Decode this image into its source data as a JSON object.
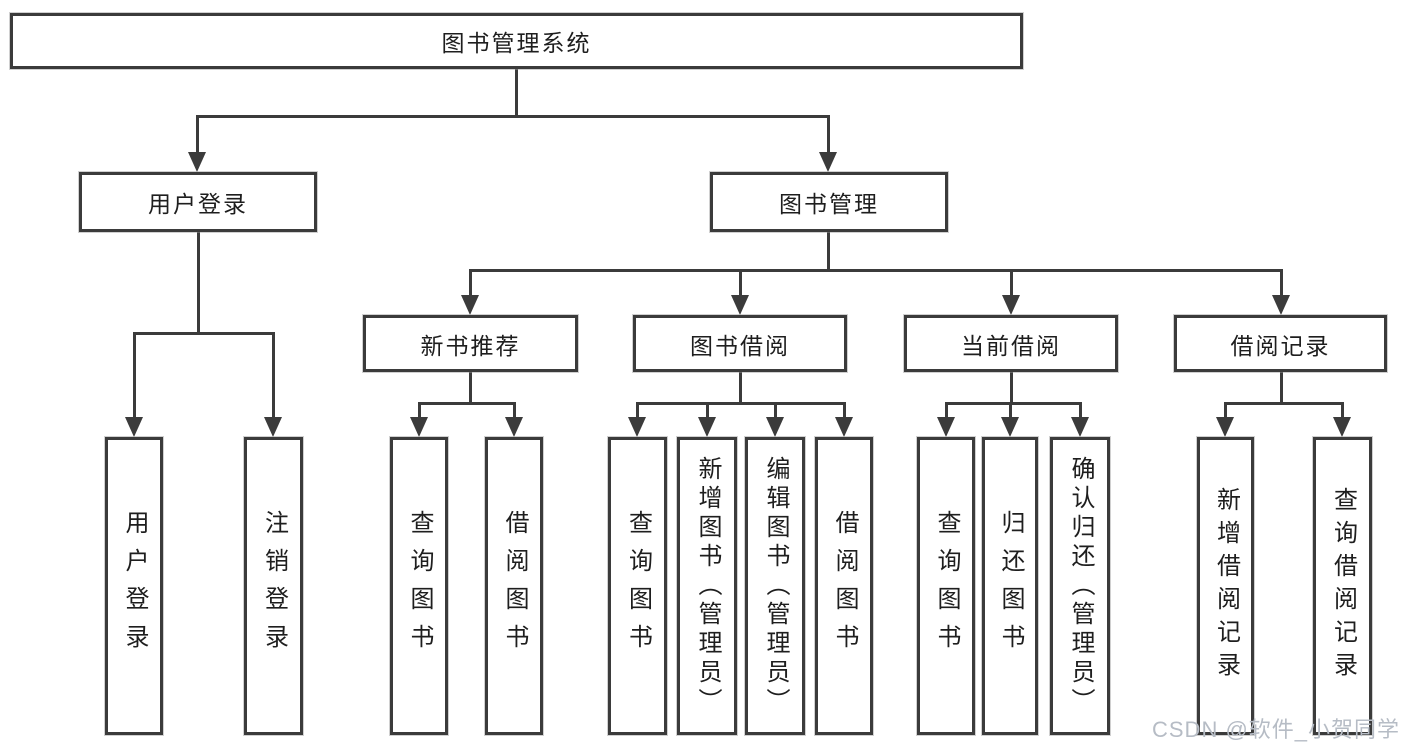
{
  "colors": {
    "line": "#3b3b3b",
    "box_border": "#3b3b3b",
    "text": "#1e1e1e",
    "watermark": "#b6bcc5",
    "background": "#ffffff"
  },
  "watermark": "CSDN @软件_小贺同学",
  "tree": {
    "root": {
      "label": "图书管理系统"
    },
    "level2": [
      {
        "label": "用户登录"
      },
      {
        "label": "图书管理"
      }
    ],
    "level3": [
      {
        "label": "新书推荐"
      },
      {
        "label": "图书借阅"
      },
      {
        "label": "当前借阅"
      },
      {
        "label": "借阅记录"
      }
    ],
    "leaves": {
      "user_login": [
        "用户登录",
        "注销登录"
      ],
      "new_books": [
        "查询图书",
        "借阅图书"
      ],
      "book_borrow": [
        "查询图书",
        "新增图书（管理员）",
        "编辑图书（管理员）",
        "借阅图书"
      ],
      "current_borrow": [
        "查询图书",
        "归还图书",
        "确认归还（管理员）"
      ],
      "borrow_records": [
        "新增借阅记录",
        "查询借阅记录"
      ]
    }
  }
}
